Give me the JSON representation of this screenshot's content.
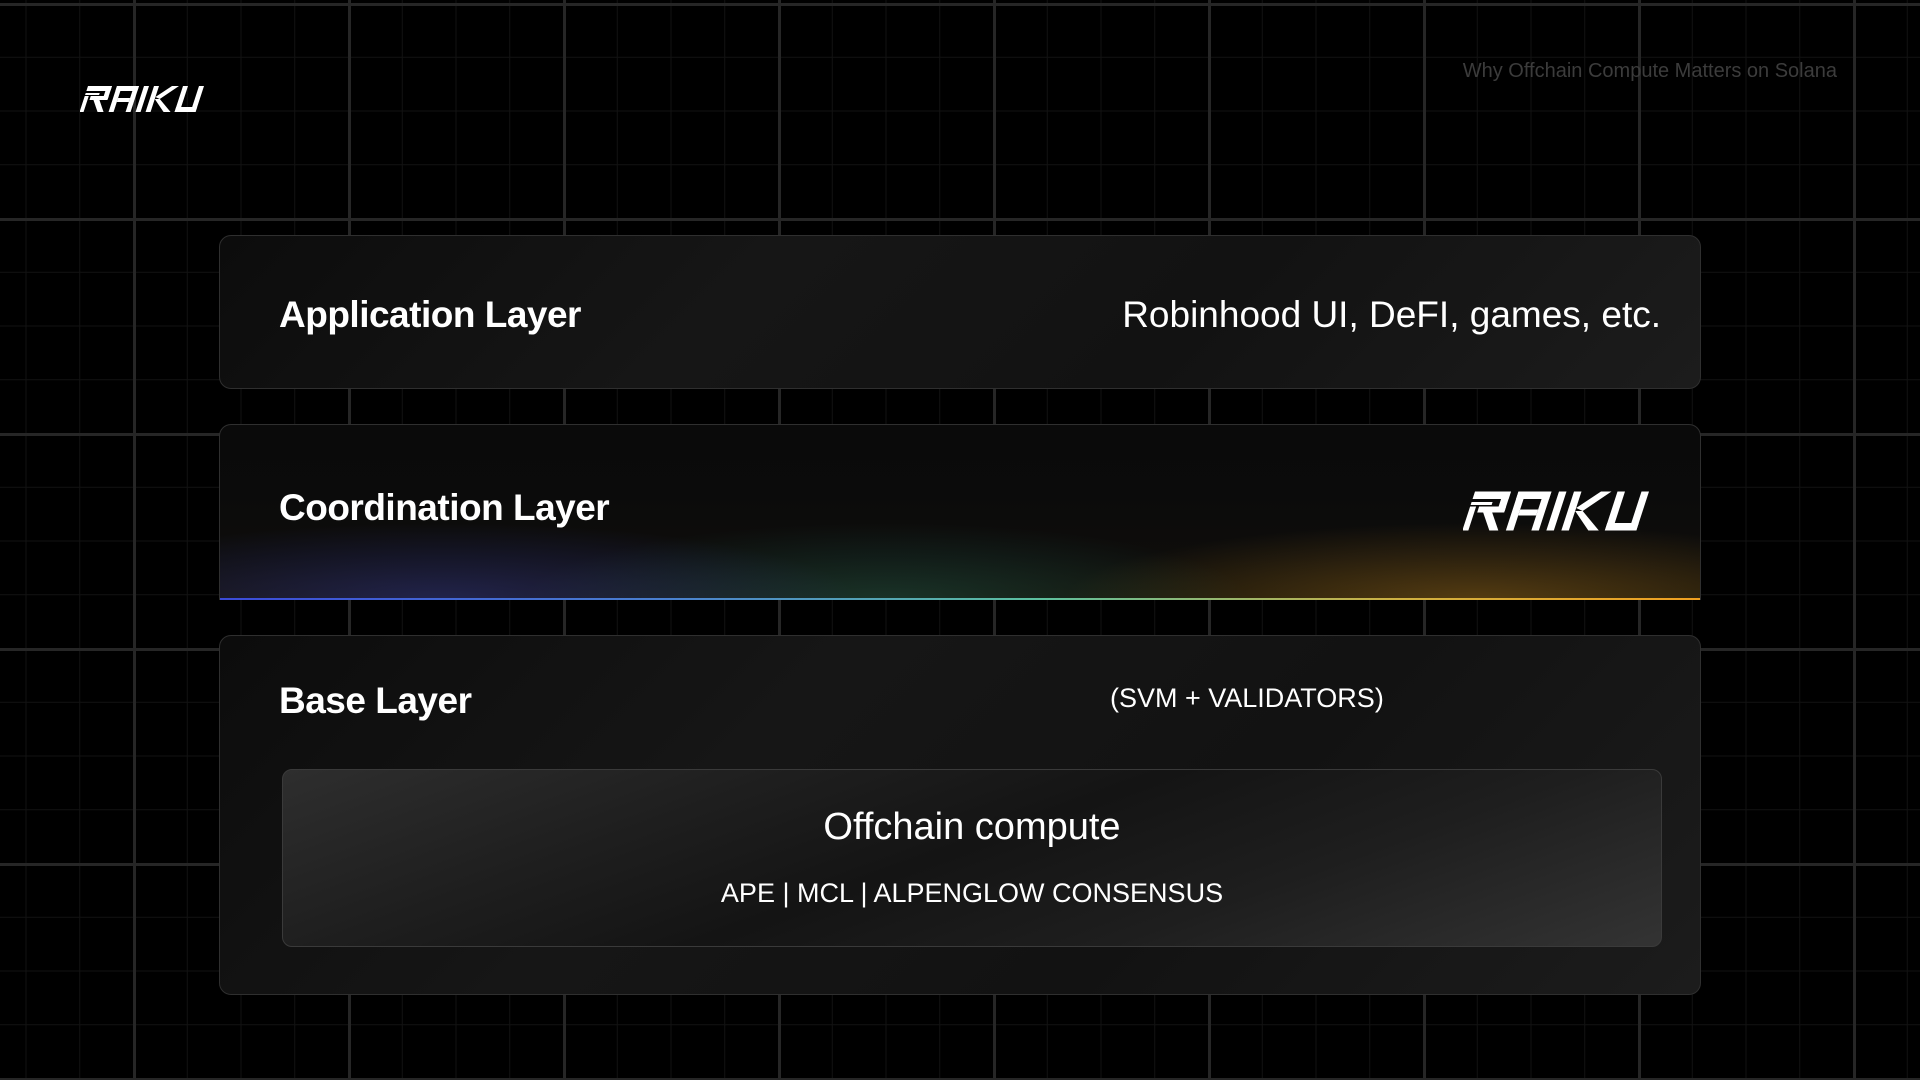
{
  "header": {
    "logo_text": "RAIKU",
    "subtitle": "Why Offchain Compute Matters on Solana"
  },
  "layers": {
    "application": {
      "title": "Application Layer",
      "description": "Robinhood UI, DeFI, games, etc."
    },
    "coordination": {
      "title": "Coordination Layer",
      "logo_text": "RAIKU"
    },
    "base": {
      "title": "Base Layer",
      "note": "(SVM + VALIDATORS)",
      "offchain": {
        "title": "Offchain compute",
        "subtitle": "APE | MCL | ALPENGLOW CONSENSUS"
      }
    }
  },
  "colors": {
    "background": "#000000",
    "grid_major": "#262626",
    "panel_border": "#2f2f2f",
    "accent_gradient": [
      "#3b4bd8",
      "#5cc0a0",
      "#f0a020"
    ]
  }
}
